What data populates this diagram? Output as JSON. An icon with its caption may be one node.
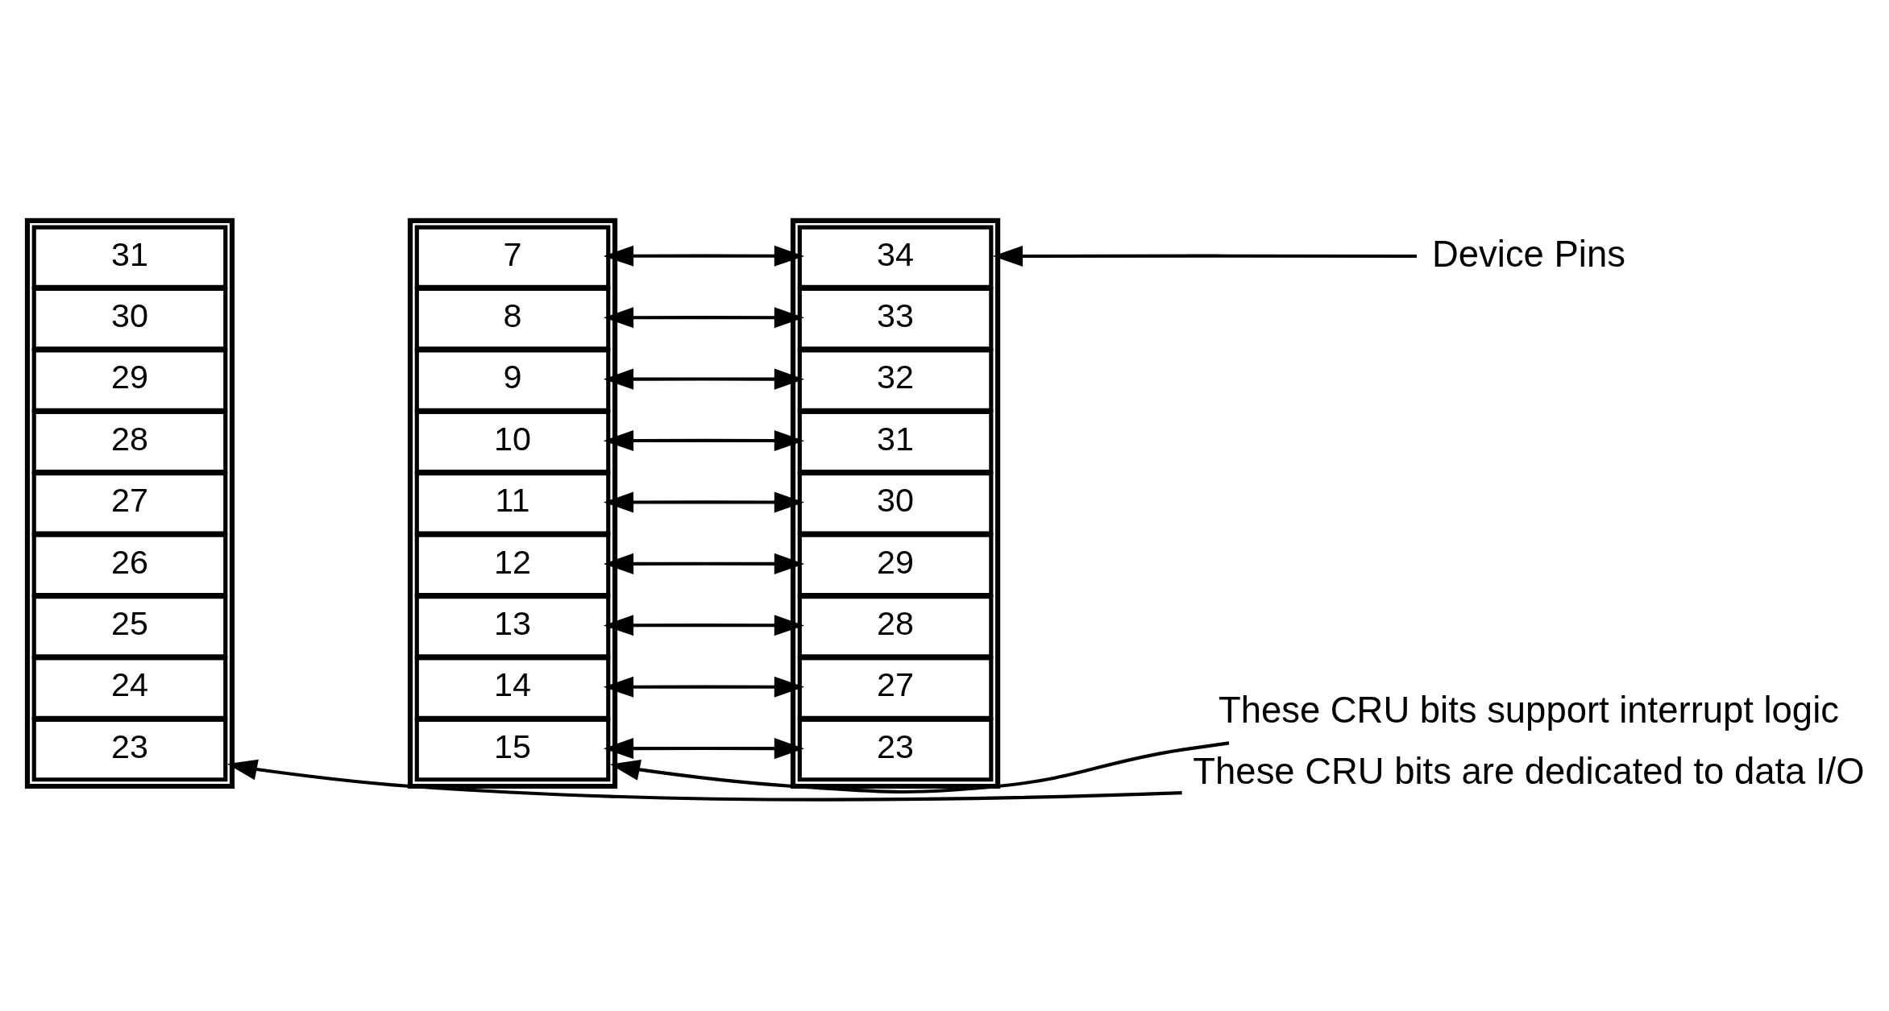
{
  "diagram": {
    "nodes": [
      {
        "text": [],
        "shape": "box"
      },
      {
        "text": [
          "31"
        ],
        "in": 0
      },
      {
        "text": [
          "30"
        ],
        "in": 0
      },
      {
        "text": [
          "29"
        ],
        "in": 0
      },
      {
        "text": [
          "28"
        ],
        "in": 0
      },
      {
        "text": [
          "27"
        ],
        "in": 0
      },
      {
        "text": [
          "26"
        ],
        "in": 0
      },
      {
        "text": [
          "25"
        ],
        "in": 0
      },
      {
        "text": [
          "24"
        ],
        "in": 0
      },
      {
        "text": [
          "23"
        ],
        "in": 0
      },
      {
        "text": [],
        "shape": "box"
      },
      {
        "text": [
          "7"
        ],
        "in": 10
      },
      {
        "text": [
          "8"
        ],
        "in": 10
      },
      {
        "text": [
          "9"
        ],
        "in": 10
      },
      {
        "text": [
          "10"
        ],
        "in": 10
      },
      {
        "text": [
          "11"
        ],
        "in": 10
      },
      {
        "text": [
          "12"
        ],
        "in": 10
      },
      {
        "text": [
          "13"
        ],
        "in": 10
      },
      {
        "text": [
          "14"
        ],
        "in": 10
      },
      {
        "text": [
          "15"
        ],
        "in": 10
      },
      {
        "text": [],
        "shape": "box"
      },
      {
        "text": [
          "34"
        ],
        "in": 20
      },
      {
        "text": [
          "33"
        ],
        "in": 20
      },
      {
        "text": [
          "32"
        ],
        "in": 20
      },
      {
        "text": [
          "31"
        ],
        "in": 20
      },
      {
        "text": [
          "30"
        ],
        "in": 20
      },
      {
        "text": [
          "29"
        ],
        "in": 20
      },
      {
        "text": [
          "28"
        ],
        "in": 20
      },
      {
        "text": [
          "27"
        ],
        "in": 20
      },
      {
        "text": [
          "23"
        ],
        "in": 20
      },
      {
        "text": [
          "Device Pins"
        ]
      },
      {
        "text": [
          "These CRU bits support interrupt logic"
        ]
      },
      {
        "text": [
          "These CRU bits are dedicated to data I/O"
        ]
      }
    ],
    "edges": [
      {
        "from": 11,
        "to": 21,
        "arrow": "both"
      },
      {
        "from": 12,
        "to": 22,
        "arrow": "both"
      },
      {
        "from": 13,
        "to": 23,
        "arrow": "both"
      },
      {
        "from": 14,
        "to": 24,
        "arrow": "both"
      },
      {
        "from": 15,
        "to": 25,
        "arrow": "both"
      },
      {
        "from": 16,
        "to": 26,
        "arrow": "both"
      },
      {
        "from": 17,
        "to": 27,
        "arrow": "both"
      },
      {
        "from": 18,
        "to": 28,
        "arrow": "both"
      },
      {
        "from": 19,
        "to": 29,
        "arrow": "both"
      },
      {
        "from": 30,
        "to": 20,
        "arrow": "to"
      },
      {
        "from": 31,
        "to": 10,
        "arrow": "to"
      },
      {
        "from": 32,
        "to": 0,
        "arrow": "to"
      }
    ]
  }
}
